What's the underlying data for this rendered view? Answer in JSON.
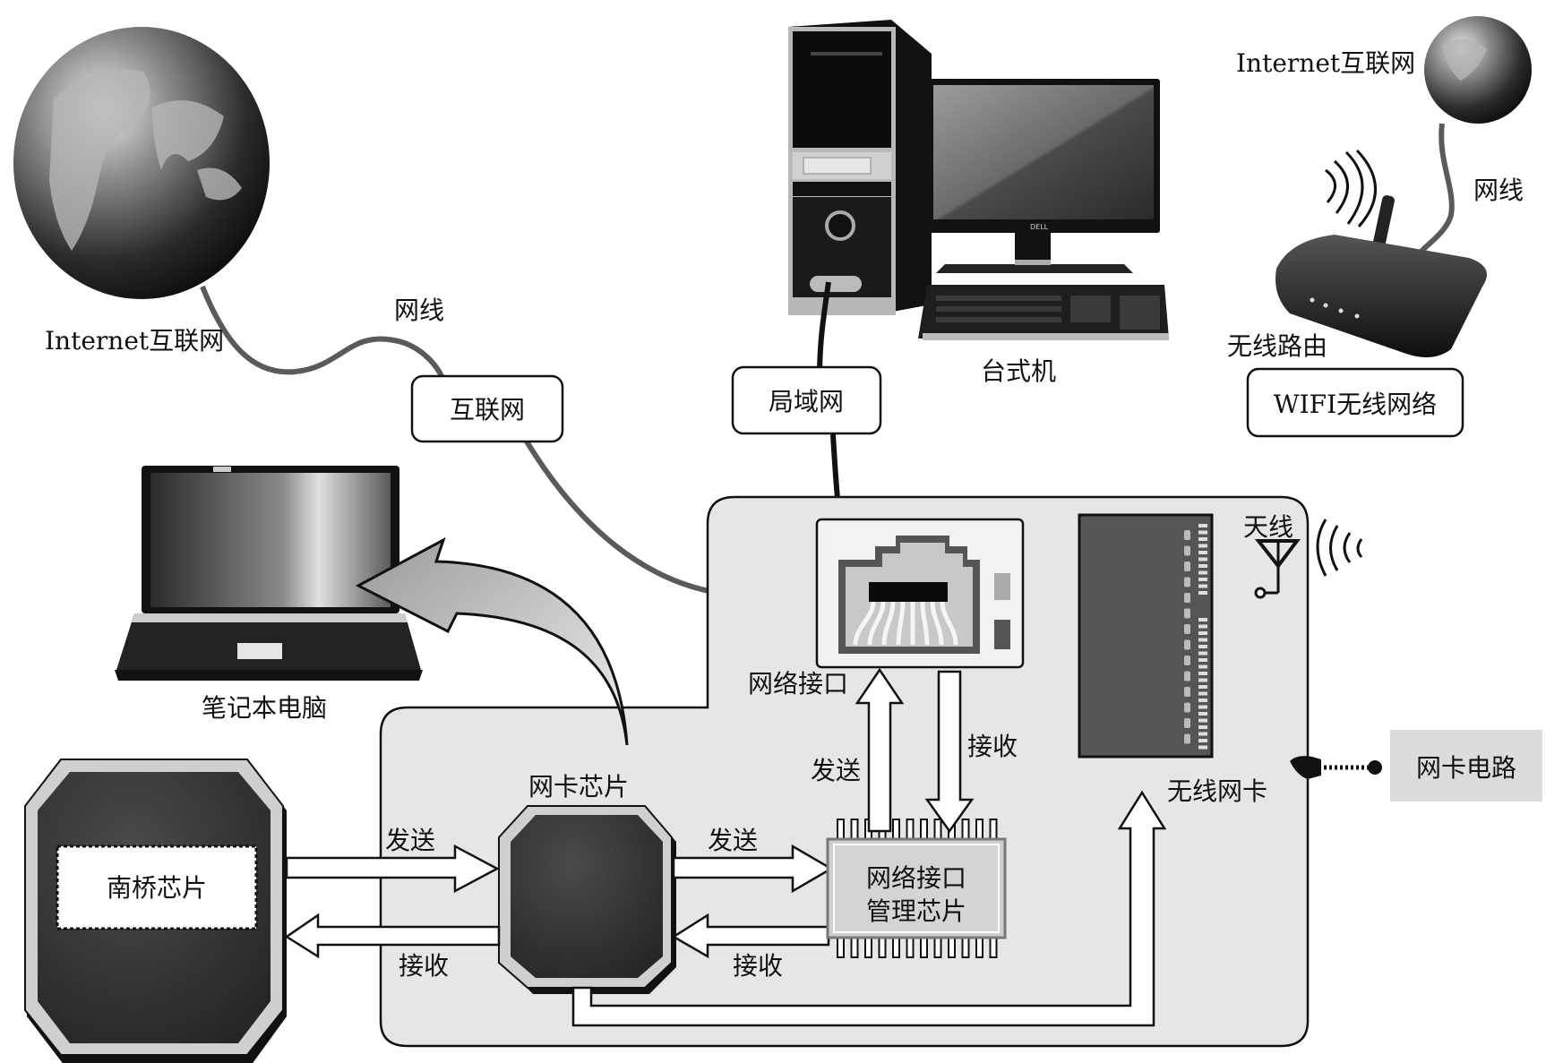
{
  "colors": {
    "panel": "#e6e6e6",
    "chip_dark": "#2e2e2e",
    "chip_rim": "#cfcfcf",
    "cable_gray": "#5a5a5a",
    "cable_black": "#111111",
    "arrow_fill": "#ffffff",
    "pcb": "#555555",
    "tag_bg": "#dcdcdc"
  },
  "top_left": {
    "globe_label": "Internet互联网",
    "cable_label": "网线",
    "box_label": "互联网"
  },
  "desktop": {
    "label": "台式机",
    "box_label": "局域网",
    "brand": "DELL"
  },
  "wireless": {
    "globe_label": "Internet互联网",
    "cable_label": "网线",
    "router_label": "无线路由",
    "box_label": "WIFI无线网络"
  },
  "laptop": {
    "label": "笔记本电脑"
  },
  "board": {
    "southbridge": "南桥芯片",
    "nic_chip": "网卡芯片",
    "network_port": "网络接口",
    "port_mgmt_chip_line1": "网络接口",
    "port_mgmt_chip_line2": "管理芯片",
    "wireless_card": "无线网卡",
    "antenna": "天线",
    "send_1": "发送",
    "receive_1": "接收",
    "send_2": "发送",
    "receive_2": "接收",
    "send_3": "发送",
    "receive_3": "接收"
  },
  "callout": {
    "label": "网卡电路"
  }
}
